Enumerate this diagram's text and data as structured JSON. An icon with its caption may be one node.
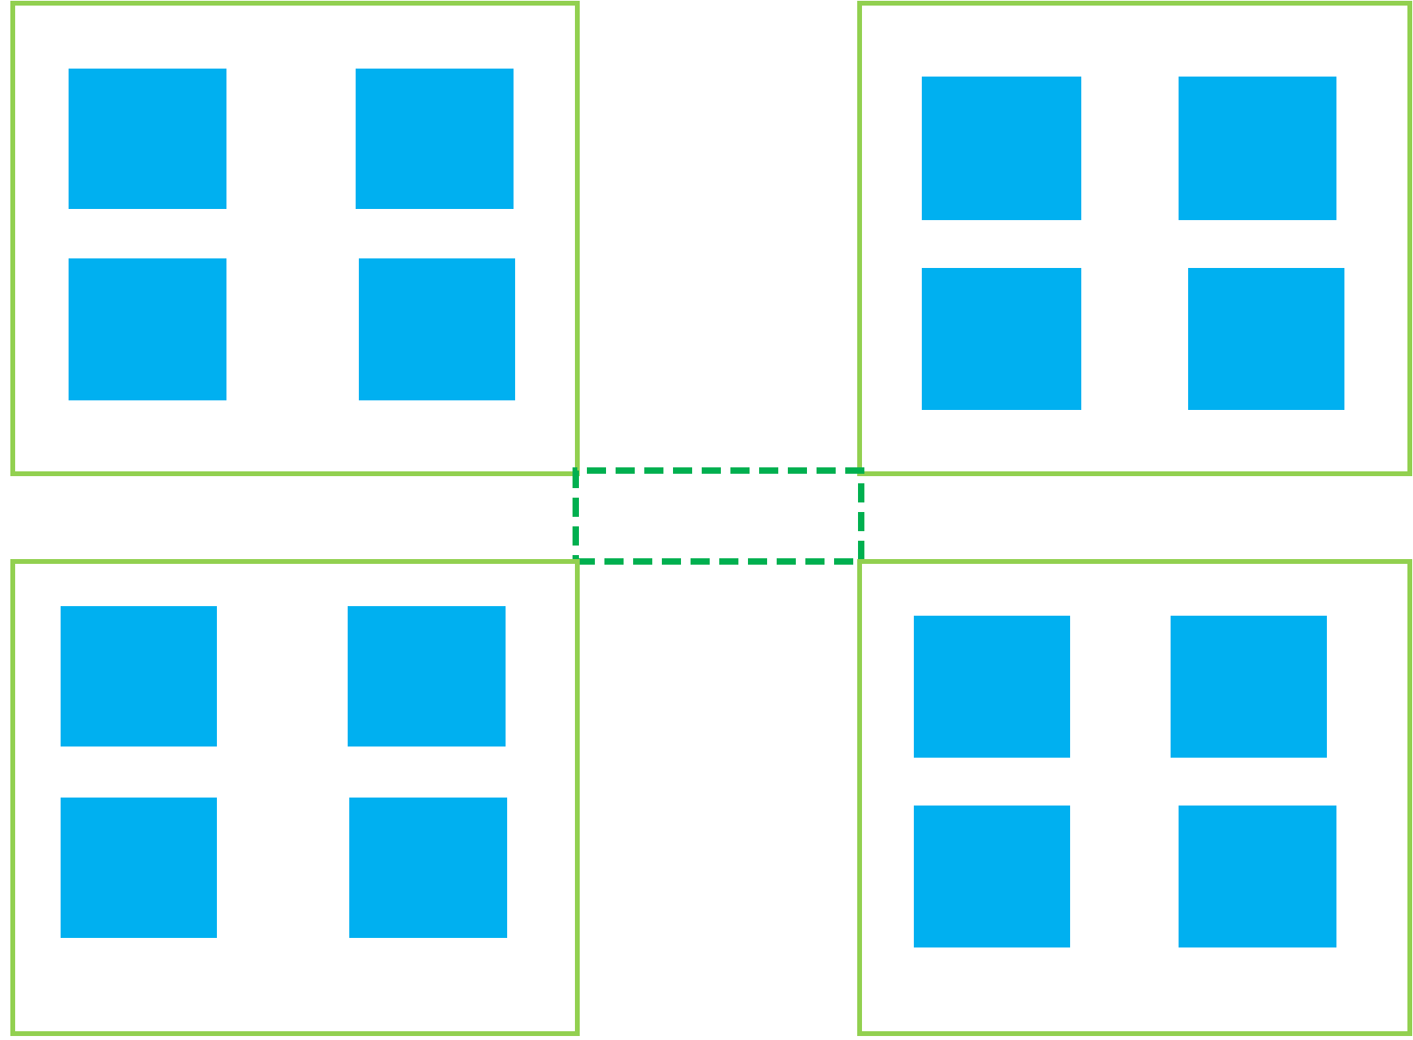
{
  "diagram": {
    "nodes": [
      {
        "text": [],
        "shape": "box"
      },
      {
        "text": [],
        "shape": "box",
        "in": 0
      },
      {
        "text": [],
        "shape": "box",
        "in": 0
      },
      {
        "text": [],
        "shape": "box",
        "in": 0
      },
      {
        "text": [],
        "shape": "box",
        "in": 0
      },
      {
        "text": [],
        "shape": "box"
      },
      {
        "text": [],
        "shape": "box",
        "in": 5
      },
      {
        "text": [],
        "shape": "box",
        "in": 5
      },
      {
        "text": [],
        "shape": "box",
        "in": 5
      },
      {
        "text": [],
        "shape": "box",
        "in": 5
      },
      {
        "text": [],
        "shape": "box"
      },
      {
        "text": [],
        "shape": "box"
      },
      {
        "text": [],
        "shape": "box",
        "in": 11
      },
      {
        "text": [],
        "shape": "box",
        "in": 11
      },
      {
        "text": [],
        "shape": "box",
        "in": 11
      },
      {
        "text": [],
        "shape": "box",
        "in": 11
      },
      {
        "text": [],
        "shape": "box"
      },
      {
        "text": [],
        "shape": "box",
        "in": 16
      },
      {
        "text": [],
        "shape": "box",
        "in": 16
      },
      {
        "text": [],
        "shape": "box",
        "in": 16
      },
      {
        "text": [],
        "shape": "box",
        "in": 16
      }
    ],
    "edges": []
  }
}
